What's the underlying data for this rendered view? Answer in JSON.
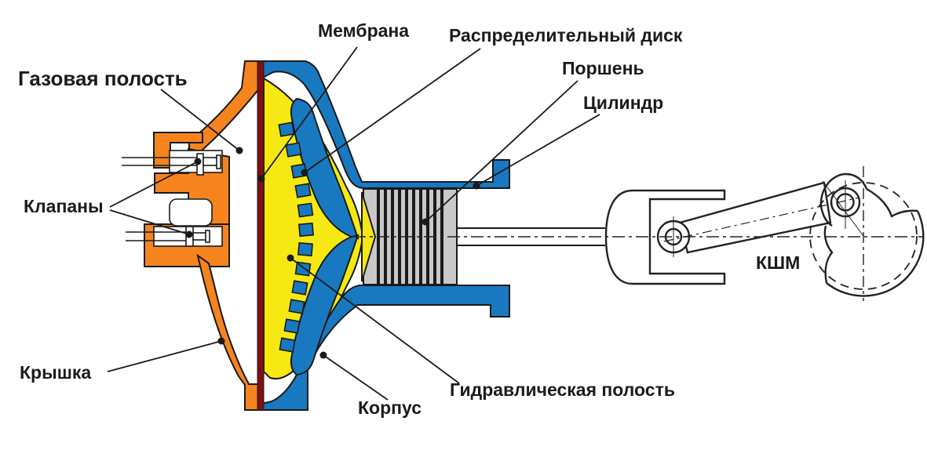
{
  "diagram": {
    "labels": {
      "membrane": "Мембрана",
      "distribution_disk": "Распределительный диск",
      "gas_cavity": "Газовая полость",
      "piston": "Поршень",
      "cylinder": "Цилиндр",
      "valves": "Клапаны",
      "crank_mechanism": "КШМ",
      "cover": "Крышка",
      "body": "Корпус",
      "hydraulic_cavity": "Гидравлическая полость"
    },
    "colors": {
      "cover_orange": "#F5841F",
      "body_blue": "#1879C0",
      "fluid_yellow": "#F6E812",
      "membrane_red": "#7D1113",
      "piston_gray": "#C9C9C9",
      "outline_black": "#1A1A1A"
    }
  }
}
